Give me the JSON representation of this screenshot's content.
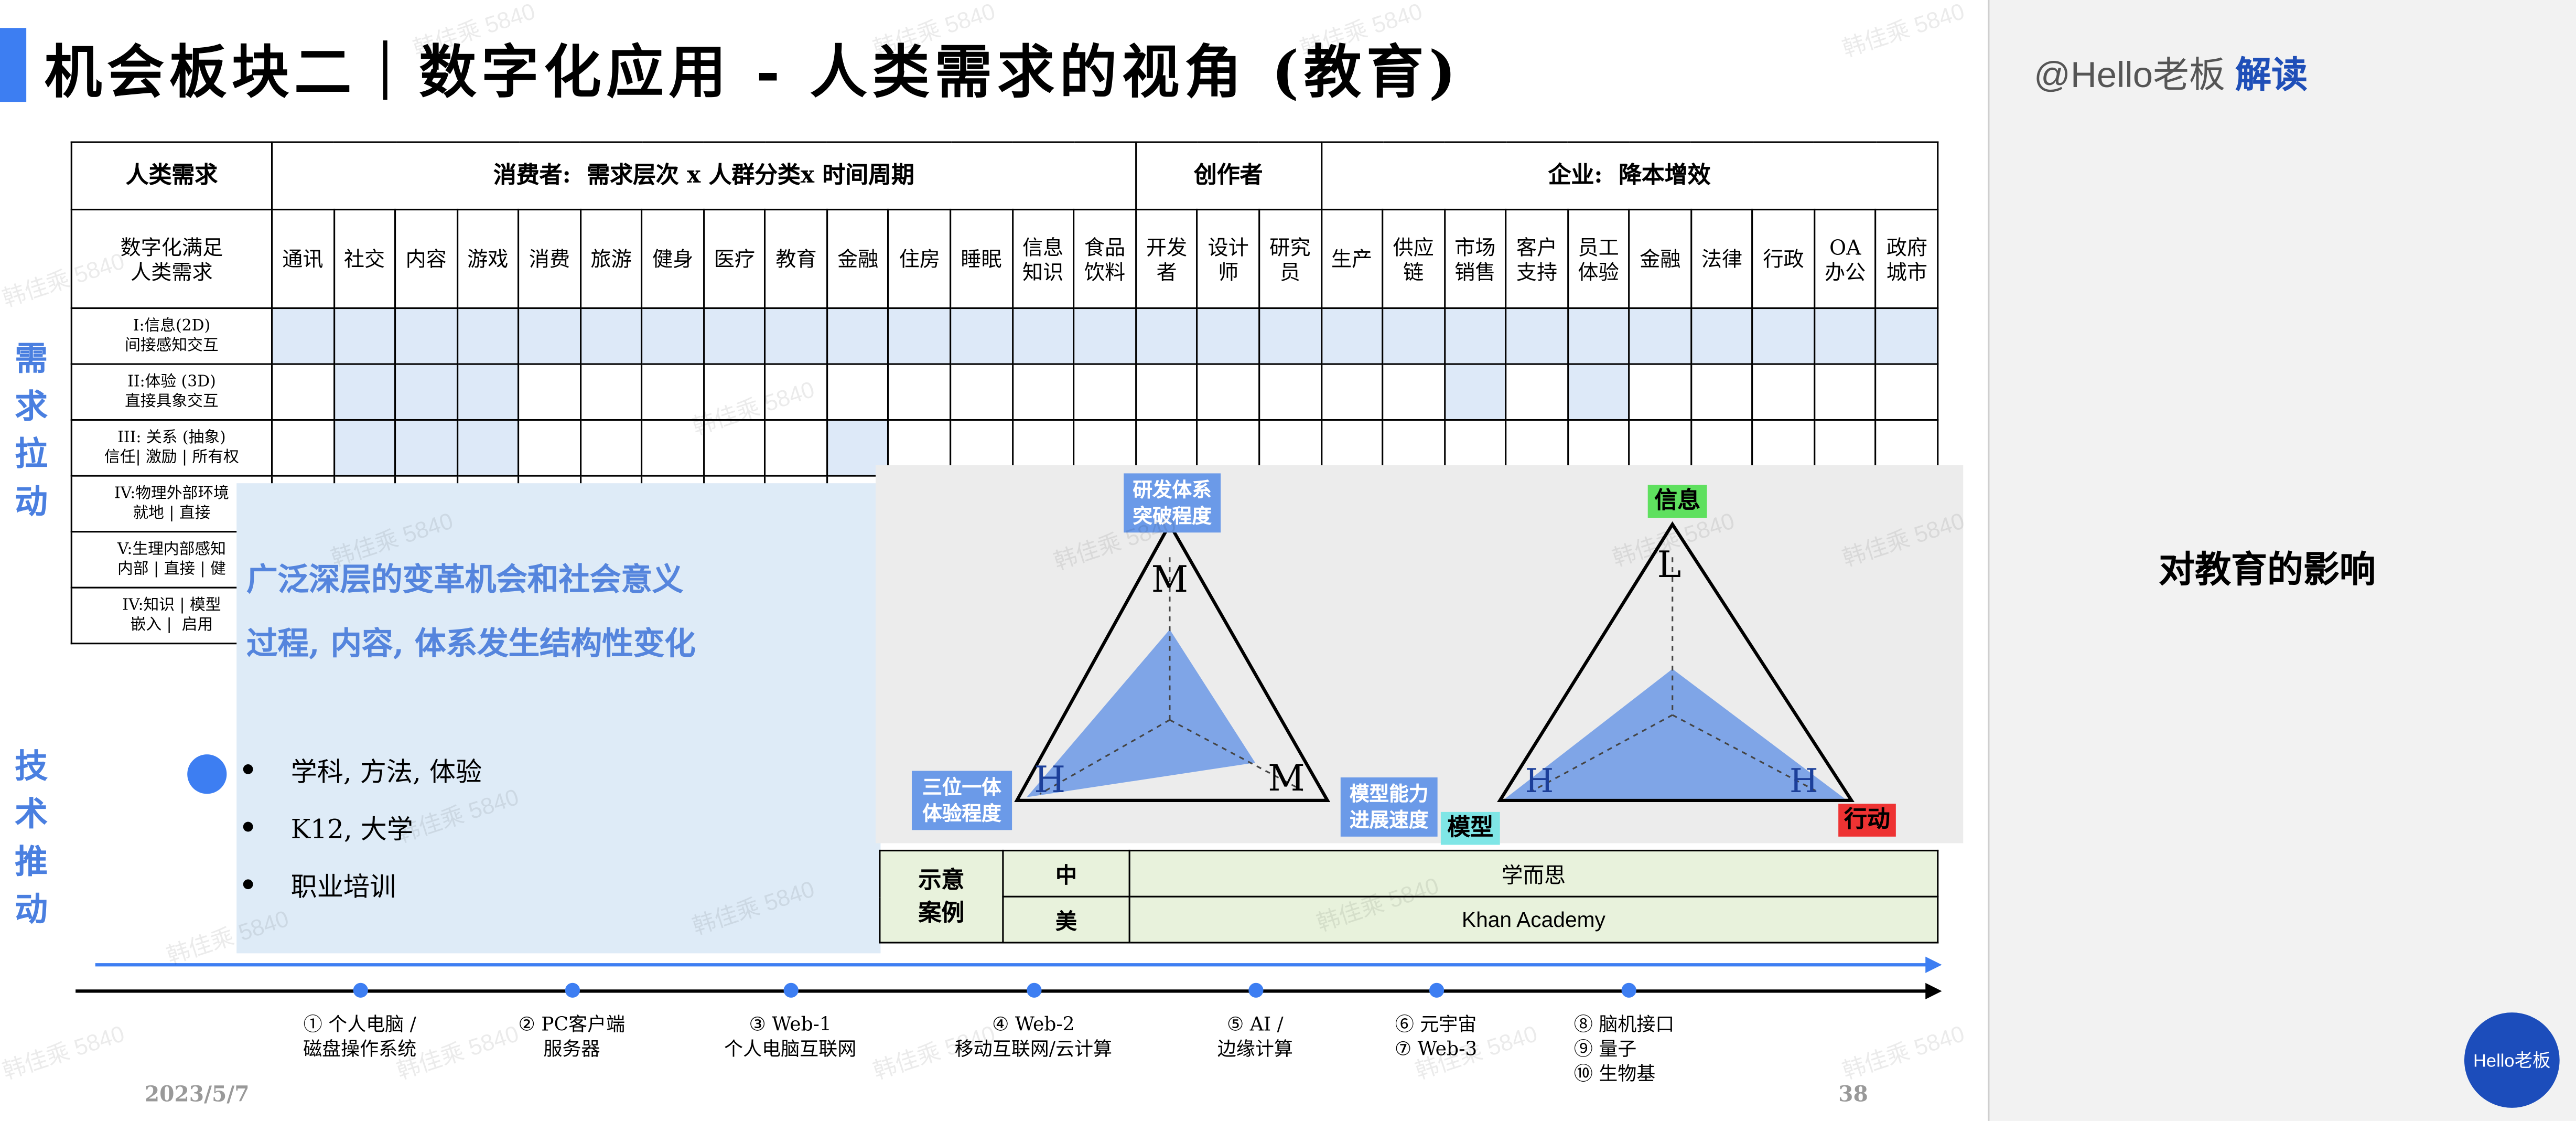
{
  "title": "机会板块二｜数字化应用 - 人类需求的视角 (教育)",
  "side_labels": {
    "demand": [
      "需",
      "求",
      "拉",
      "动"
    ],
    "tech": [
      "技",
      "术",
      "推",
      "动"
    ]
  },
  "matrix": {
    "corner_top": "人类需求",
    "group_consumer": "消费者:  需求层次 x 人群分类x 时间周期",
    "group_creator": "创作者",
    "group_enterprise": "企业:  降本增效",
    "corner_sub": "数字化满足\n人类需求",
    "columns": [
      "通讯",
      "社交",
      "内容",
      "游戏",
      "消费",
      "旅游",
      "健身",
      "医疗",
      "教育",
      "金融",
      "住房",
      "睡眠",
      "信息\n知识",
      "食品\n饮料",
      "开发\n者",
      "设计\n师",
      "研究\n员",
      "生产",
      "供应\n链",
      "市场\n销售",
      "客户\n支持",
      "员工\n体验",
      "金融",
      "法律",
      "行政",
      "OA\n办公",
      "政府\n城市"
    ],
    "rows": [
      {
        "label": "I:信息(2D)\n间接感知交互",
        "shaded": [
          0,
          1,
          2,
          3,
          4,
          5,
          6,
          7,
          8,
          9,
          10,
          11,
          12,
          13,
          14,
          15,
          16,
          17,
          18,
          19,
          20,
          21,
          22,
          23,
          24,
          25,
          26
        ]
      },
      {
        "label": "II:体验 (3D)\n直接具象交互",
        "shaded": [
          1,
          2,
          3,
          19,
          21
        ]
      },
      {
        "label": "III: 关系 (抽象)\n信任| 激励 | 所有权",
        "shaded": [
          1,
          2,
          3,
          9
        ]
      },
      {
        "label": "IV:物理外部环境\n就地 | 直接",
        "shaded": []
      },
      {
        "label": "V:生理内部感知\n内部 | 直接 | 健",
        "shaded": []
      },
      {
        "label": "IV:知识 | 模型\n嵌入 |  启用",
        "shaded": []
      }
    ]
  },
  "panel": {
    "line1": "广泛深层的变革机会和社会意义",
    "line2": "过程, 内容, 体系发生结构性变化",
    "bullets": [
      "学科,  方法,  体验",
      "K12,  大学",
      "职业培训"
    ]
  },
  "triangle_left": {
    "top_tag": "研发体系\n突破程度",
    "left_tag": "三位一体\n体验程度",
    "right_tag": "模型能力\n进展速度",
    "vertex_top": "M",
    "vertex_left": "H",
    "vertex_right": "M"
  },
  "triangle_right": {
    "top_tag": "信息",
    "left_tag": "模型",
    "right_tag": "行动",
    "vertex_top": "L",
    "vertex_left": "H",
    "vertex_right": "H"
  },
  "colors": {
    "accent": "#3d7ef2",
    "green_tag": "#5fe05f",
    "cyan_tag": "#7fe6e6",
    "red_tag": "#ee3333",
    "tag_blue": "#6b9ae8"
  },
  "cases": {
    "header": "示意\n案例",
    "rows": [
      {
        "region": "中",
        "example": "学而思"
      },
      {
        "region": "美",
        "example": "Khan Academy"
      }
    ]
  },
  "timeline": [
    "① 个人电脑 /\n磁盘操作系统",
    "② PC客户端\n服务器",
    "③ Web-1\n个人电脑互联网",
    "④ Web-2\n移动互联网/云计算",
    "⑤ AI /\n边缘计算",
    "⑥ 元宇宙\n⑦ Web-3",
    "⑧ 脑机接口\n⑨ 量子\n⑩ 生物基"
  ],
  "footer": {
    "date": "2023/5/7",
    "page": "38"
  },
  "right_panel": {
    "brand": "@Hello老板",
    "brand_highlight": "解读",
    "impact": "对教育的影响",
    "logo": "Hello老板"
  },
  "watermark": "韩佳乘 5840"
}
